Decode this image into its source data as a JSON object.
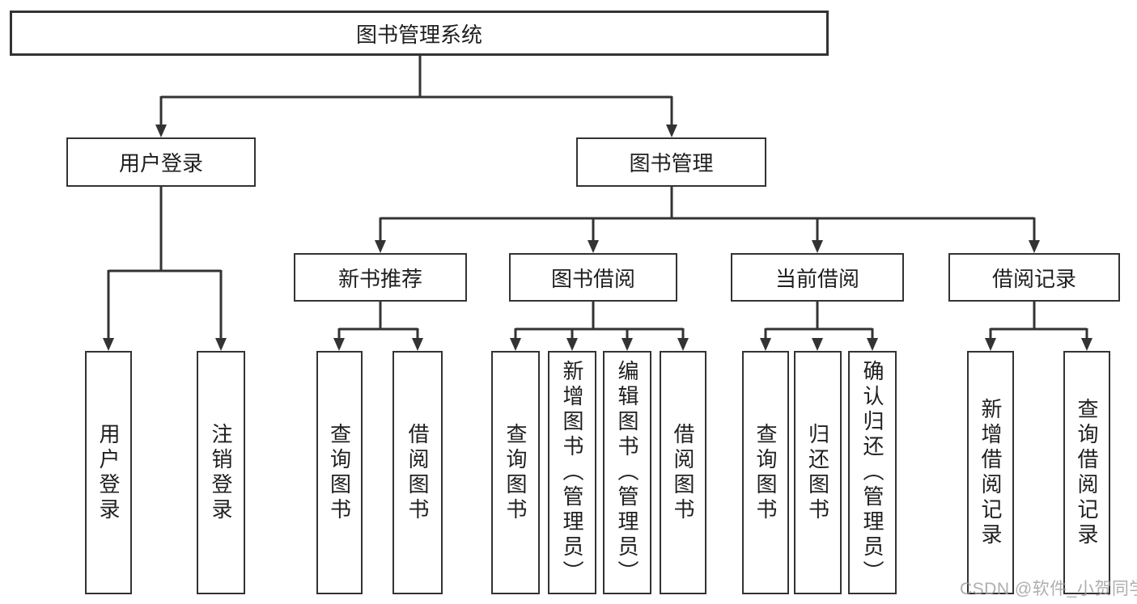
{
  "diagram": {
    "root": "图书管理系统",
    "branches": [
      {
        "label": "用户登录",
        "children": [
          "用户登录",
          "注销登录"
        ]
      },
      {
        "label": "图书管理",
        "groups": [
          {
            "label": "新书推荐",
            "children": [
              "查询图书",
              "借阅图书"
            ]
          },
          {
            "label": "图书借阅",
            "children": [
              "查询图书",
              "新增图书（管理员）",
              "编辑图书（管理员）",
              "借阅图书"
            ]
          },
          {
            "label": "当前借阅",
            "children": [
              "查询图书",
              "归还图书",
              "确认归还（管理员）"
            ]
          },
          {
            "label": "借阅记录",
            "children": [
              "新增借阅记录",
              "查询借阅记录"
            ]
          }
        ]
      }
    ]
  },
  "colors": {
    "line": "#333333",
    "box_border": "#333333",
    "box_fill": "#ffffff",
    "text": "#1f1f1f",
    "watermark": "#a0a0a0"
  },
  "watermark": "CSDN @软件_小贺同学"
}
